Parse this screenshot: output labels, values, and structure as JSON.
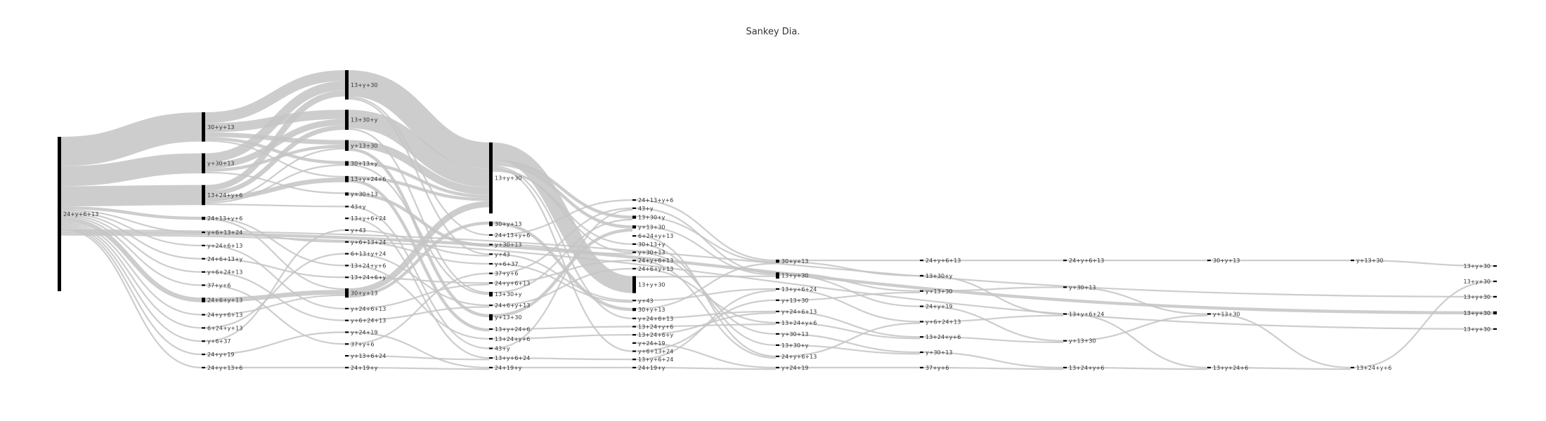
{
  "title": "Sankey Dia.",
  "colors": {
    "node": "#000000",
    "flow": "#9a9a9a",
    "text": "#333333",
    "background": "#ffffff"
  },
  "columns": [
    {
      "nodes": [
        {
          "label": "24+y+6+13",
          "flow": 100
        }
      ]
    },
    {
      "nodes": [
        {
          "label": "30+y+13",
          "flow": 19
        },
        {
          "label": "y+30+13",
          "flow": 13
        },
        {
          "label": "13+24+y+6",
          "flow": 13
        },
        {
          "label": "24+13+y+6",
          "flow": 2
        },
        {
          "label": "y+6+13+24",
          "flow": 1
        },
        {
          "label": "y+24+6+13",
          "flow": 1
        },
        {
          "label": "24+6+13+y",
          "flow": 1
        },
        {
          "label": "y+6+24+13",
          "flow": 1
        },
        {
          "label": "37+y+6",
          "flow": 1
        },
        {
          "label": "24+6+y+13",
          "flow": 3
        },
        {
          "label": "24+y+6+13",
          "flow": 1
        },
        {
          "label": "6+24+y+13",
          "flow": 1
        },
        {
          "label": "y+6+37",
          "flow": 1
        },
        {
          "label": "24+y+19",
          "flow": 1
        },
        {
          "label": "24+y+13+6",
          "flow": 1
        }
      ]
    },
    {
      "nodes": [
        {
          "label": "13+y+30",
          "flow": 19
        },
        {
          "label": "13+30+y",
          "flow": 13
        },
        {
          "label": "y+13+30",
          "flow": 7
        },
        {
          "label": "30+13+y",
          "flow": 3
        },
        {
          "label": "13+y+24+6",
          "flow": 4
        },
        {
          "label": "y+30+13",
          "flow": 2
        },
        {
          "label": "43+y",
          "flow": 1
        },
        {
          "label": "13+y+6+24",
          "flow": 1
        },
        {
          "label": "y+43",
          "flow": 1
        },
        {
          "label": "y+6+13+24",
          "flow": 1
        },
        {
          "label": "6+13+y+24",
          "flow": 1
        },
        {
          "label": "13+24+y+6",
          "flow": 1
        },
        {
          "label": "13+24+6+y",
          "flow": 1
        },
        {
          "label": "30+y+13",
          "flow": 6
        },
        {
          "label": "y+24+6+13",
          "flow": 1
        },
        {
          "label": "y+6+24+13",
          "flow": 1
        },
        {
          "label": "y+24+19",
          "flow": 1
        },
        {
          "label": "37+y+6",
          "flow": 1
        },
        {
          "label": "y+13+6+24",
          "flow": 1
        },
        {
          "label": "24+19+y",
          "flow": 1
        }
      ]
    },
    {
      "nodes": [
        {
          "label": "13+y+30",
          "flow": 46
        },
        {
          "label": "30+y+13",
          "flow": 3
        },
        {
          "label": "24+13+y+6",
          "flow": 1
        },
        {
          "label": "y+30+13",
          "flow": 1
        },
        {
          "label": "y+43",
          "flow": 1
        },
        {
          "label": "y+6+37",
          "flow": 1
        },
        {
          "label": "37+y+6",
          "flow": 1
        },
        {
          "label": "24+y+6+13",
          "flow": 1
        },
        {
          "label": "13+30+y",
          "flow": 3
        },
        {
          "label": "24+6+y+13",
          "flow": 1
        },
        {
          "label": "y+13+30",
          "flow": 4
        },
        {
          "label": "13+y+24+6",
          "flow": 1
        },
        {
          "label": "13+24+y+6",
          "flow": 1
        },
        {
          "label": "43+y",
          "flow": 1
        },
        {
          "label": "13+y+6+24",
          "flow": 1
        },
        {
          "label": "24+19+y",
          "flow": 1
        }
      ]
    },
    {
      "nodes": [
        {
          "label": "24+13+y+6",
          "flow": 1
        },
        {
          "label": "43+y",
          "flow": 1
        },
        {
          "label": "13+30+y",
          "flow": 2
        },
        {
          "label": "y+13+30",
          "flow": 2
        },
        {
          "label": "6+24+y+13",
          "flow": 1
        },
        {
          "label": "30+13+y",
          "flow": 1
        },
        {
          "label": "y+30+13",
          "flow": 1
        },
        {
          "label": "24+y+6+13",
          "flow": 1
        },
        {
          "label": "24+6+y+13",
          "flow": 1
        },
        {
          "label": "13+y+30",
          "flow": 11
        },
        {
          "label": "y+43",
          "flow": 1
        },
        {
          "label": "30+y+13",
          "flow": 2
        },
        {
          "label": "y+24+6+13",
          "flow": 1
        },
        {
          "label": "13+24+y+6",
          "flow": 1
        },
        {
          "label": "13+24+6+y",
          "flow": 1
        },
        {
          "label": "y+24+19",
          "flow": 1
        },
        {
          "label": "y+6+13+24",
          "flow": 1
        },
        {
          "label": "13+y+6+24",
          "flow": 1
        },
        {
          "label": "24+19+y",
          "flow": 1
        }
      ]
    },
    {
      "nodes": [
        {
          "label": "30+y+13",
          "flow": 2
        },
        {
          "label": "13+y+30",
          "flow": 4
        },
        {
          "label": "13+y+6+24",
          "flow": 1
        },
        {
          "label": "y+13+30",
          "flow": 1
        },
        {
          "label": "y+24+6+13",
          "flow": 1
        },
        {
          "label": "13+24+y+6",
          "flow": 1
        },
        {
          "label": "y+30+13",
          "flow": 1
        },
        {
          "label": "13+30+y",
          "flow": 1
        },
        {
          "label": "24+y+6+13",
          "flow": 1
        },
        {
          "label": "y+24+19",
          "flow": 1
        }
      ]
    },
    {
      "nodes": [
        {
          "label": "24+y+6+13",
          "flow": 1
        },
        {
          "label": "13+30+y",
          "flow": 1
        },
        {
          "label": "y+13+30",
          "flow": 1
        },
        {
          "label": "24+y+19",
          "flow": 1
        },
        {
          "label": "y+6+24+13",
          "flow": 1
        },
        {
          "label": "13+24+y+6",
          "flow": 1
        },
        {
          "label": "y+30+13",
          "flow": 1
        },
        {
          "label": "37+y+6",
          "flow": 1
        }
      ]
    },
    {
      "nodes": [
        {
          "label": "24+y+6+13",
          "flow": 1
        },
        {
          "label": "y+30+13",
          "flow": 1
        },
        {
          "label": "13+y+6+24",
          "flow": 1
        },
        {
          "label": "y+13+30",
          "flow": 1
        },
        {
          "label": "13+24+y+6",
          "flow": 1
        }
      ]
    },
    {
      "nodes": [
        {
          "label": "30+y+13",
          "flow": 1
        },
        {
          "label": "y+13+30",
          "flow": 1
        },
        {
          "label": "13+y+24+6",
          "flow": 1
        }
      ]
    },
    {
      "nodes": [
        {
          "label": "y+13+30",
          "flow": 1
        },
        {
          "label": "13+24+y+6",
          "flow": 1
        }
      ]
    },
    {
      "nodes": [
        {
          "label": "13+y+30",
          "flow": 1
        },
        {
          "label": "13+y+30",
          "flow": 1
        },
        {
          "label": "13+y+30",
          "flow": 1
        },
        {
          "label": "13+y+30",
          "flow": 2
        },
        {
          "label": "13+y+30",
          "flow": 1
        }
      ]
    }
  ],
  "links": [
    [
      0,
      0,
      1,
      0,
      19
    ],
    [
      0,
      0,
      1,
      1,
      13
    ],
    [
      0,
      0,
      1,
      2,
      13
    ],
    [
      0,
      0,
      1,
      3,
      2
    ],
    [
      0,
      0,
      1,
      4,
      1
    ],
    [
      0,
      0,
      1,
      5,
      1
    ],
    [
      0,
      0,
      1,
      6,
      1
    ],
    [
      0,
      0,
      1,
      7,
      1
    ],
    [
      0,
      0,
      1,
      8,
      1
    ],
    [
      0,
      0,
      1,
      9,
      3
    ],
    [
      0,
      0,
      1,
      10,
      1
    ],
    [
      0,
      0,
      1,
      11,
      1
    ],
    [
      0,
      0,
      1,
      12,
      1
    ],
    [
      0,
      0,
      1,
      13,
      1
    ],
    [
      0,
      0,
      1,
      14,
      1
    ],
    [
      1,
      0,
      2,
      0,
      7
    ],
    [
      1,
      0,
      2,
      1,
      6
    ],
    [
      1,
      0,
      2,
      2,
      3
    ],
    [
      1,
      0,
      2,
      3,
      2
    ],
    [
      1,
      0,
      2,
      4,
      1
    ],
    [
      1,
      1,
      2,
      0,
      6
    ],
    [
      1,
      1,
      2,
      1,
      4
    ],
    [
      1,
      1,
      2,
      2,
      2
    ],
    [
      1,
      1,
      2,
      5,
      1
    ],
    [
      1,
      2,
      2,
      0,
      4
    ],
    [
      1,
      2,
      2,
      1,
      3
    ],
    [
      1,
      2,
      2,
      4,
      3
    ],
    [
      1,
      2,
      2,
      2,
      1
    ],
    [
      1,
      2,
      2,
      3,
      1
    ],
    [
      1,
      2,
      2,
      6,
      1
    ],
    [
      1,
      3,
      2,
      11,
      1
    ],
    [
      1,
      3,
      2,
      13,
      1
    ],
    [
      1,
      4,
      2,
      9,
      1
    ],
    [
      1,
      5,
      2,
      14,
      1
    ],
    [
      1,
      6,
      2,
      12,
      1
    ],
    [
      1,
      7,
      2,
      15,
      1
    ],
    [
      1,
      8,
      2,
      17,
      1
    ],
    [
      1,
      9,
      2,
      13,
      3
    ],
    [
      1,
      10,
      2,
      13,
      1
    ],
    [
      1,
      11,
      2,
      10,
      1
    ],
    [
      1,
      12,
      2,
      8,
      1
    ],
    [
      1,
      13,
      2,
      16,
      1
    ],
    [
      1,
      14,
      2,
      19,
      1
    ],
    [
      2,
      0,
      3,
      0,
      17
    ],
    [
      2,
      0,
      3,
      2,
      1
    ],
    [
      2,
      0,
      3,
      4,
      1
    ],
    [
      2,
      1,
      3,
      0,
      12
    ],
    [
      2,
      1,
      3,
      8,
      1
    ],
    [
      2,
      2,
      3,
      0,
      5
    ],
    [
      2,
      2,
      3,
      10,
      2
    ],
    [
      2,
      3,
      3,
      0,
      2
    ],
    [
      2,
      3,
      3,
      8,
      1
    ],
    [
      2,
      4,
      3,
      0,
      2
    ],
    [
      2,
      4,
      3,
      11,
      2
    ],
    [
      2,
      5,
      3,
      3,
      2
    ],
    [
      2,
      6,
      3,
      13,
      1
    ],
    [
      2,
      7,
      3,
      14,
      1
    ],
    [
      2,
      8,
      3,
      4,
      1
    ],
    [
      2,
      9,
      3,
      5,
      1
    ],
    [
      2,
      10,
      3,
      9,
      1
    ],
    [
      2,
      11,
      3,
      12,
      1
    ],
    [
      2,
      12,
      3,
      7,
      1
    ],
    [
      2,
      13,
      3,
      0,
      4
    ],
    [
      2,
      13,
      3,
      1,
      2
    ],
    [
      2,
      14,
      3,
      7,
      1
    ],
    [
      2,
      15,
      3,
      9,
      1
    ],
    [
      2,
      16,
      3,
      15,
      1
    ],
    [
      2,
      17,
      3,
      6,
      1
    ],
    [
      2,
      18,
      3,
      14,
      1
    ],
    [
      2,
      19,
      3,
      15,
      1
    ],
    [
      3,
      0,
      4,
      9,
      11
    ],
    [
      3,
      0,
      4,
      2,
      2
    ],
    [
      3,
      0,
      4,
      3,
      2
    ],
    [
      3,
      0,
      4,
      12,
      1
    ],
    [
      3,
      0,
      4,
      16,
      1
    ],
    [
      3,
      0,
      4,
      6,
      1
    ],
    [
      3,
      0,
      4,
      5,
      1
    ],
    [
      3,
      1,
      4,
      11,
      2
    ],
    [
      3,
      2,
      4,
      0,
      1
    ],
    [
      3,
      3,
      4,
      6,
      1
    ],
    [
      3,
      4,
      4,
      10,
      1
    ],
    [
      3,
      5,
      4,
      10,
      1
    ],
    [
      3,
      6,
      4,
      1,
      1
    ],
    [
      3,
      7,
      4,
      7,
      1
    ],
    [
      3,
      8,
      4,
      2,
      1
    ],
    [
      3,
      9,
      4,
      8,
      1
    ],
    [
      3,
      10,
      4,
      3,
      2
    ],
    [
      3,
      11,
      4,
      13,
      1
    ],
    [
      3,
      12,
      4,
      14,
      1
    ],
    [
      3,
      13,
      4,
      1,
      1
    ],
    [
      3,
      14,
      4,
      17,
      1
    ],
    [
      3,
      15,
      4,
      18,
      1
    ],
    [
      4,
      0,
      5,
      0,
      1
    ],
    [
      4,
      1,
      5,
      1,
      1
    ],
    [
      4,
      2,
      5,
      0,
      1
    ],
    [
      4,
      3,
      5,
      1,
      1
    ],
    [
      4,
      4,
      5,
      8,
      1
    ],
    [
      4,
      5,
      5,
      7,
      1
    ],
    [
      4,
      6,
      5,
      6,
      1
    ],
    [
      4,
      7,
      5,
      8,
      1
    ],
    [
      4,
      8,
      5,
      5,
      1
    ],
    [
      4,
      9,
      5,
      1,
      1
    ],
    [
      4,
      10,
      5,
      2,
      1
    ],
    [
      4,
      11,
      5,
      0,
      1
    ],
    [
      4,
      12,
      5,
      4,
      1
    ],
    [
      4,
      13,
      5,
      5,
      1
    ],
    [
      4,
      14,
      5,
      4,
      1
    ],
    [
      4,
      15,
      5,
      9,
      1
    ],
    [
      4,
      16,
      5,
      3,
      1
    ],
    [
      4,
      17,
      5,
      2,
      1
    ],
    [
      4,
      18,
      5,
      9,
      1
    ],
    [
      5,
      0,
      6,
      0,
      1
    ],
    [
      5,
      0,
      6,
      1,
      1
    ],
    [
      5,
      1,
      6,
      2,
      1
    ],
    [
      5,
      1,
      6,
      3,
      1
    ],
    [
      5,
      2,
      6,
      4,
      1
    ],
    [
      5,
      3,
      6,
      2,
      1
    ],
    [
      5,
      4,
      6,
      5,
      1
    ],
    [
      5,
      5,
      6,
      5,
      1
    ],
    [
      5,
      6,
      6,
      6,
      1
    ],
    [
      5,
      7,
      6,
      6,
      1
    ],
    [
      5,
      8,
      6,
      4,
      1
    ],
    [
      5,
      9,
      6,
      7,
      1
    ],
    [
      6,
      0,
      7,
      0,
      1
    ],
    [
      6,
      1,
      7,
      2,
      1
    ],
    [
      6,
      2,
      7,
      1,
      1
    ],
    [
      6,
      3,
      7,
      3,
      1
    ],
    [
      6,
      4,
      7,
      2,
      1
    ],
    [
      6,
      5,
      7,
      3,
      1
    ],
    [
      6,
      6,
      7,
      4,
      1
    ],
    [
      6,
      7,
      7,
      4,
      1
    ],
    [
      7,
      0,
      8,
      0,
      1
    ],
    [
      7,
      1,
      8,
      1,
      1
    ],
    [
      7,
      2,
      8,
      2,
      1
    ],
    [
      7,
      3,
      8,
      1,
      1
    ],
    [
      7,
      4,
      8,
      2,
      1
    ],
    [
      8,
      0,
      9,
      0,
      1
    ],
    [
      8,
      1,
      9,
      1,
      1
    ],
    [
      8,
      2,
      9,
      1,
      1
    ],
    [
      9,
      0,
      10,
      0,
      1
    ],
    [
      9,
      1,
      10,
      1,
      1
    ],
    [
      0,
      0,
      10,
      2,
      1
    ],
    [
      0,
      0,
      10,
      3,
      2
    ],
    [
      0,
      0,
      10,
      4,
      1
    ]
  ]
}
